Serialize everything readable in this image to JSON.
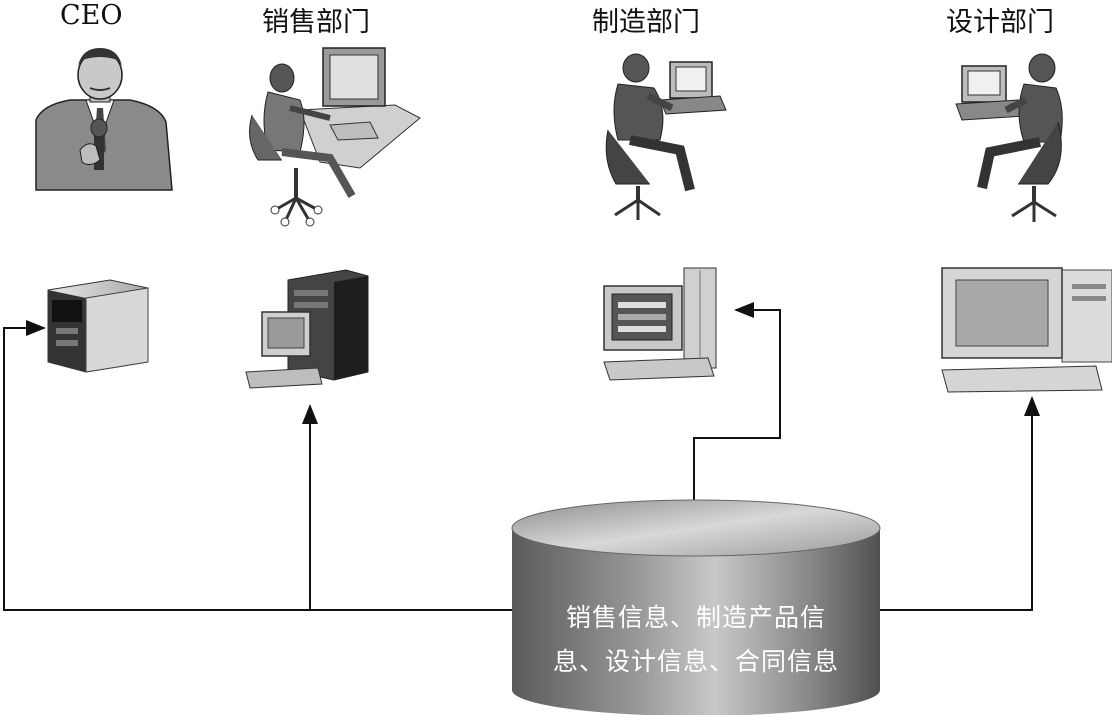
{
  "departments": {
    "ceo": {
      "label": "CEO",
      "person_icon": "presenter-icon",
      "computer_icon": "server-icon"
    },
    "sales": {
      "label": "销售部门",
      "person_icon": "person-at-desk-icon",
      "computer_icon": "workstation-icon"
    },
    "manufacturing": {
      "label": "制造部门",
      "person_icon": "person-at-desk-icon",
      "computer_icon": "computer-icon"
    },
    "design": {
      "label": "设计部门",
      "person_icon": "person-at-desk-icon",
      "computer_icon": "computer-icon"
    }
  },
  "database": {
    "line1": "销售信息、制造产品信",
    "line2": "息、设计信息、合同信息",
    "icon": "database-cylinder-icon"
  },
  "colors": {
    "line": "#111111",
    "database_dark": "#555555",
    "database_light": "#cfcfcf"
  }
}
